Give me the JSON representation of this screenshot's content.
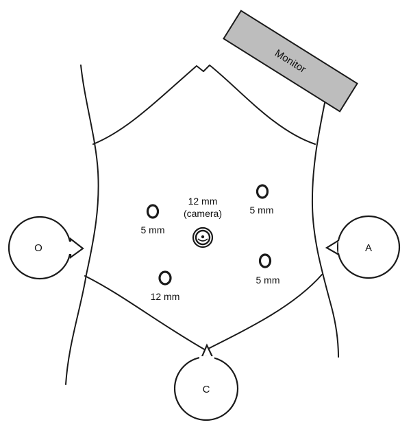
{
  "monitor": {
    "label": "Monitor",
    "fill": "#bdbdbd"
  },
  "staff": {
    "operator": "O",
    "assistant": "A",
    "camera_operator": "C"
  },
  "ports": [
    {
      "id": "left-5mm",
      "label": "5 mm"
    },
    {
      "id": "camera-12mm",
      "label_line1": "12 mm",
      "label_line2": "(camera)"
    },
    {
      "id": "right-upper-5mm",
      "label": "5 mm"
    },
    {
      "id": "left-lower-12mm",
      "label": "12 mm"
    },
    {
      "id": "right-lower-5mm",
      "label": "5 mm"
    }
  ]
}
